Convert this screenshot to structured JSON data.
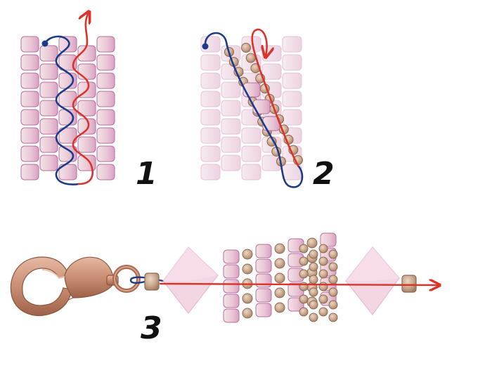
{
  "steps": [
    {
      "label": "1"
    },
    {
      "label": "2"
    },
    {
      "label": "3"
    }
  ],
  "colors": {
    "bead_light": "#f3e3e6",
    "bead_pink": "#dfb3cc",
    "bead_edge": "#b86fa0",
    "bead_faded": "#f2dfe9",
    "seed_bead": "#c9a68a",
    "seed_bead_edge": "#8e6a55",
    "thread_blue": "#1e3a8a",
    "thread_red": "#d9342b",
    "bicone": "#f2cfe0",
    "bicone_edge": "#e0b0c9",
    "clasp": "#c98e74",
    "clasp_edge": "#8a5640"
  },
  "icons": {
    "clasp": "lobster-clasp-icon",
    "jump_ring": "jump-ring-icon",
    "arrow": "thread-arrow-icon"
  }
}
